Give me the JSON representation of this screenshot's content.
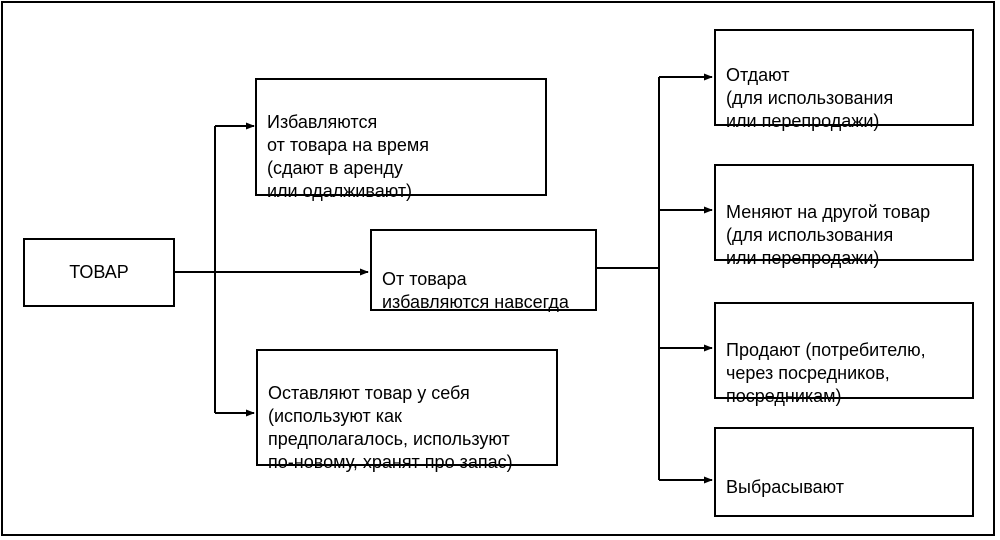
{
  "nodes": {
    "product": "ТОВАР",
    "temporary": "Избавляются\nот товара на время\n(сдают в аренду\nили одалживают)",
    "forever": "От товара\nизбавляются навсегда",
    "keep": "Оставляют товар у себя\n(используют как\nпредполагалось, используют\nпо-новому, хранят про запас)",
    "give": "Отдают\n(для использования\nили перепродажи)",
    "exchange": "Меняют на другой товар\n(для использования\nили перепродажи)",
    "sell": "Продают (потребителю,\nчерез посредников,\nпосредникам)",
    "discard": "Выбрасывают"
  },
  "colors": {
    "line": "#000000",
    "background": "#ffffff"
  }
}
